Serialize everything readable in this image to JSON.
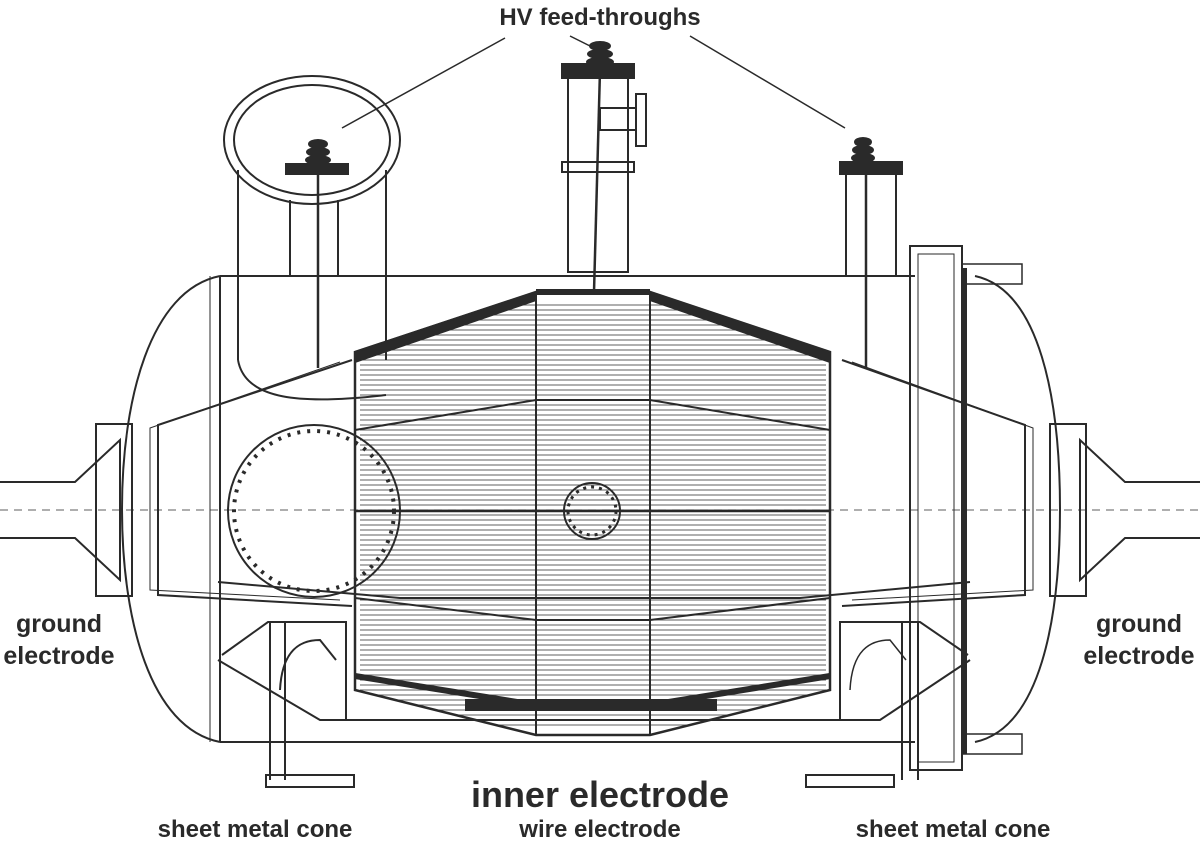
{
  "labels": {
    "hv_feedthroughs": "HV feed-throughs",
    "ground_electrode_left": "ground electrode",
    "ground_electrode_right": "ground electrode",
    "inner_electrode": "inner electrode",
    "sheet_metal_cone_left": "sheet metal cone",
    "wire_electrode": "wire electrode",
    "sheet_metal_cone_right": "sheet metal cone"
  },
  "colors": {
    "line": "#2a2a2a",
    "background": "#ffffff"
  }
}
